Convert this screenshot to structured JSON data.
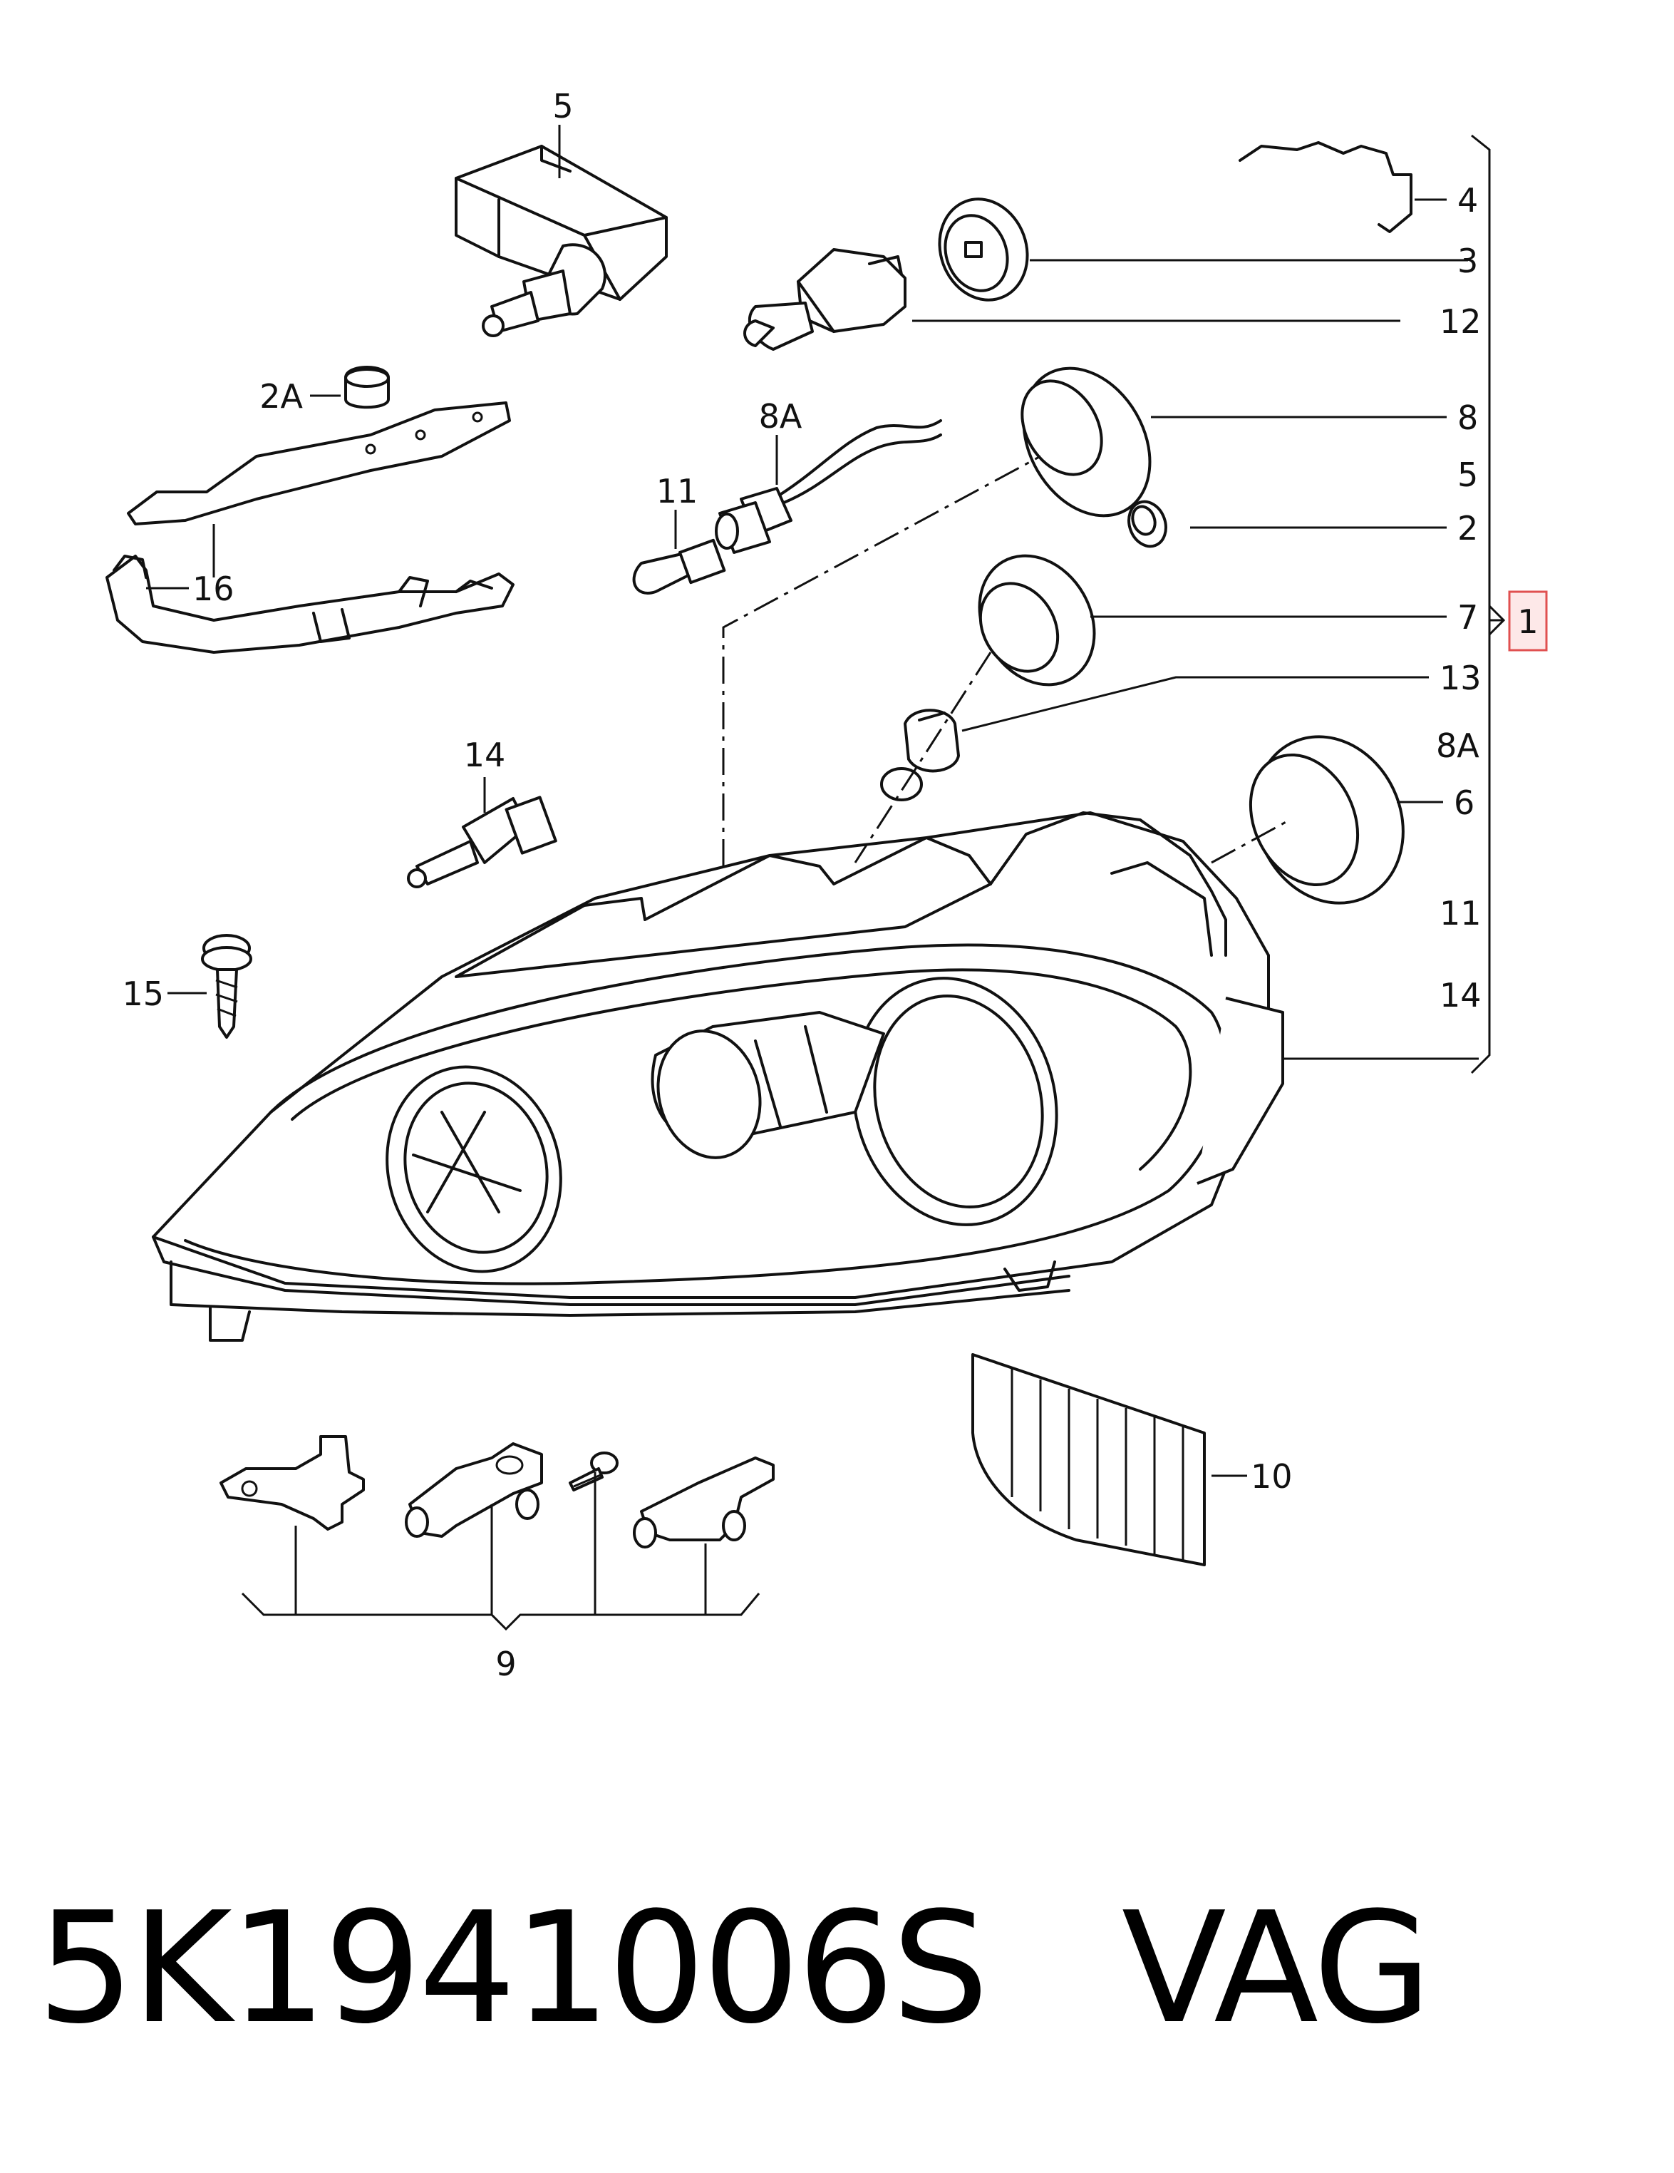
{
  "diagram": {
    "callouts": {
      "c1": "1",
      "c2": "2",
      "c2A": "2A",
      "c3": "3",
      "c4": "4",
      "c5_top": "5",
      "c5_list": "5",
      "c6": "6",
      "c7": "7",
      "c8": "8",
      "c8A_top": "8A",
      "c8A_list": "8A",
      "c9": "9",
      "c10": "10",
      "c11_top": "11",
      "c11_list": "11",
      "c12": "12",
      "c13": "13",
      "c14_top": "14",
      "c14_list": "14",
      "c15": "15",
      "c16": "16"
    },
    "highlight_color": "#e05050",
    "highlight_fill": "#fde8e8"
  },
  "caption": {
    "part_number": "5K1941006S",
    "brand": "VAG"
  }
}
